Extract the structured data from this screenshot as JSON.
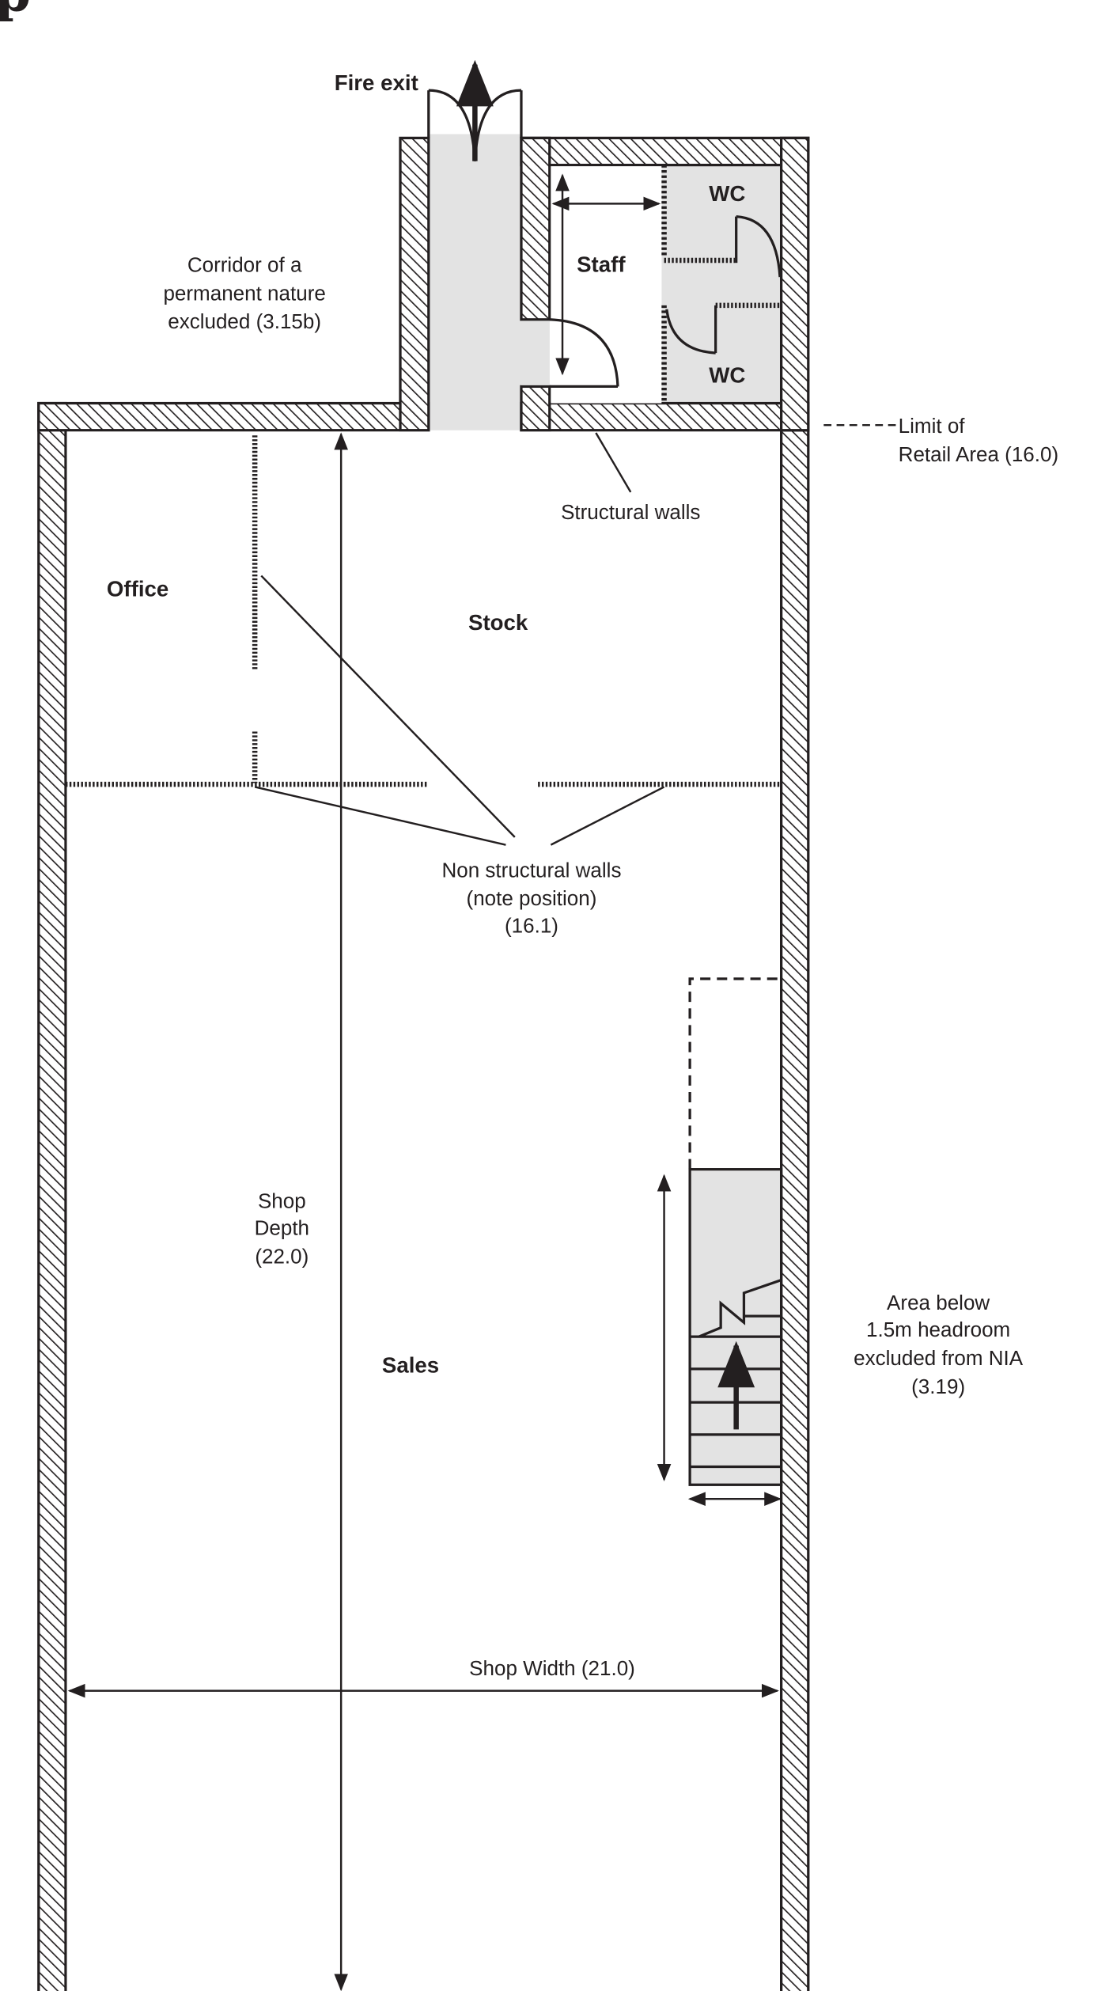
{
  "heading_fragment": "p",
  "rooms": {
    "office": "Office",
    "stock": "Stock",
    "staff": "Staff",
    "wc_upper": "WC",
    "wc_lower": "WC",
    "sales": "Sales"
  },
  "labels": {
    "fire_exit": "Fire exit",
    "corridor": [
      "Corridor of a",
      "permanent nature",
      "excluded (3.15b)"
    ],
    "limit_retail": [
      "Limit of",
      "Retail Area (16.0)"
    ],
    "structural_walls": "Structural walls",
    "non_structural": [
      "Non structural walls",
      "(note position)",
      "(16.1)"
    ],
    "shop_depth": [
      "Shop",
      "Depth",
      "(22.0)"
    ],
    "area_below": [
      "Area below",
      "1.5m headroom",
      "excluded from NIA",
      "(3.19)"
    ],
    "shop_width": "Shop Width (21.0)"
  },
  "colors": {
    "ink": "#231f20",
    "shaded_area": "#e3e3e3"
  }
}
